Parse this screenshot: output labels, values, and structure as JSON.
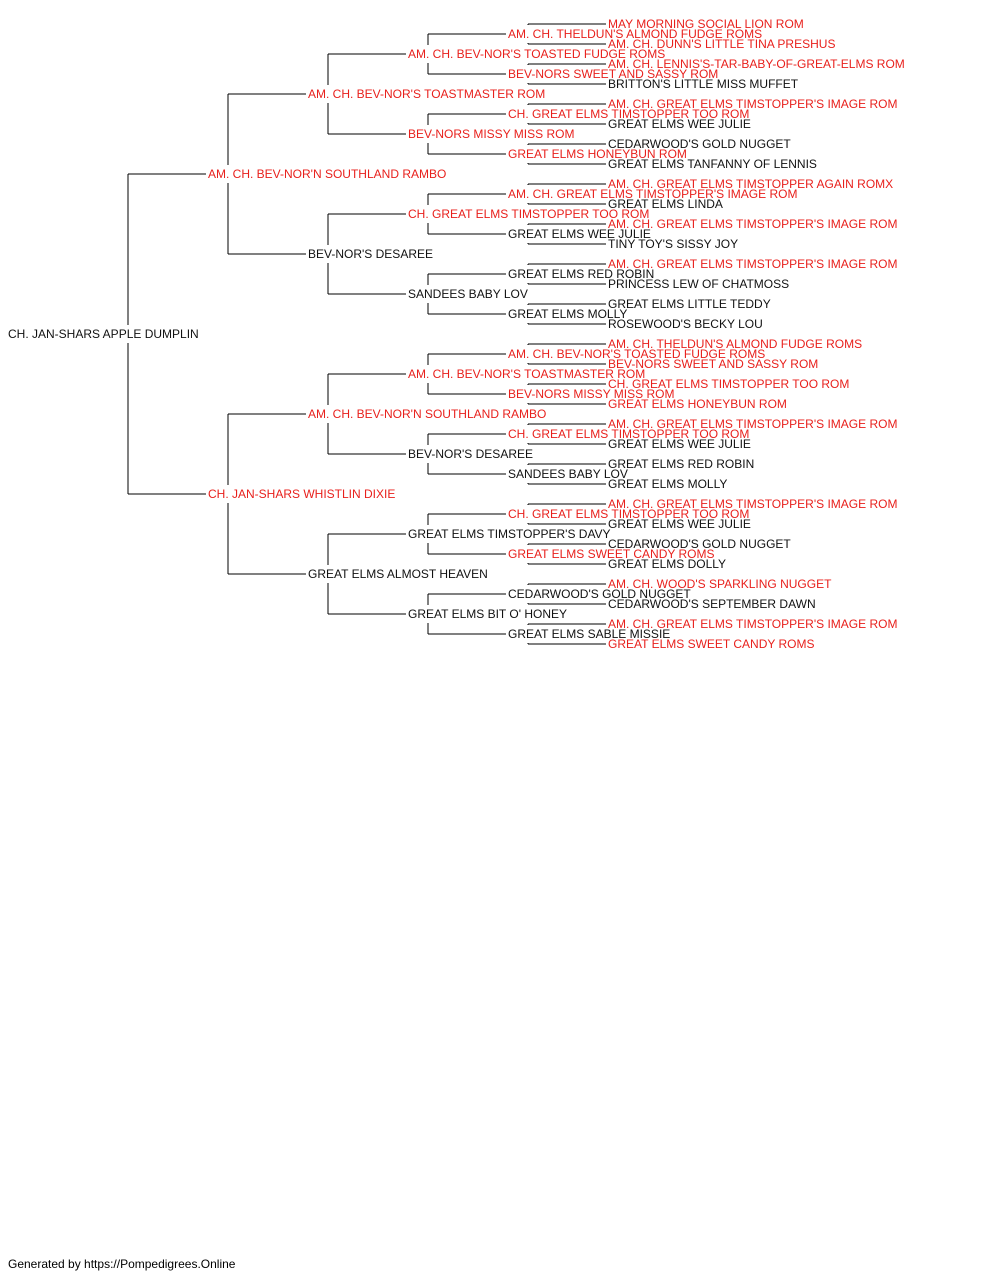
{
  "colors": {
    "highlight": "#e8201c",
    "normal": "#111111",
    "line": "#000000"
  },
  "pedigree": {
    "name": "CH. JAN-SHARS APPLE DUMPLIN",
    "red": false,
    "sire": {
      "name": "AM. CH. BEV-NOR'N SOUTHLAND RAMBO",
      "red": true,
      "sire": {
        "name": "AM. CH. BEV-NOR'S TOASTMASTER ROM",
        "red": true,
        "sire": {
          "name": "AM. CH. BEV-NOR'S TOASTED FUDGE ROMS",
          "red": true,
          "sire": {
            "name": "AM. CH. THELDUN'S ALMOND FUDGE ROMS",
            "red": true,
            "sire": {
              "name": "MAY MORNING SOCIAL LION ROM",
              "red": true
            },
            "dam": {
              "name": "AM. CH. DUNN'S LITTLE TINA PRESHUS",
              "red": true
            }
          },
          "dam": {
            "name": "BEV-NORS SWEET AND SASSY ROM",
            "red": true,
            "sire": {
              "name": "AM. CH. LENNIS'S-TAR-BABY-OF-GREAT-ELMS ROM",
              "red": true
            },
            "dam": {
              "name": "BRITTON'S LITTLE MISS MUFFET",
              "red": false
            }
          }
        },
        "dam": {
          "name": "BEV-NORS MISSY MISS ROM",
          "red": true,
          "sire": {
            "name": "CH. GREAT ELMS TIMSTOPPER TOO ROM",
            "red": true,
            "sire": {
              "name": "AM. CH. GREAT ELMS TIMSTOPPER'S IMAGE ROM",
              "red": true
            },
            "dam": {
              "name": "GREAT ELMS WEE JULIE",
              "red": false
            }
          },
          "dam": {
            "name": "GREAT ELMS HONEYBUN ROM",
            "red": true,
            "sire": {
              "name": "CEDARWOOD'S GOLD NUGGET",
              "red": false
            },
            "dam": {
              "name": "GREAT ELMS TANFANNY OF LENNIS",
              "red": false
            }
          }
        }
      },
      "dam": {
        "name": "BEV-NOR'S DESAREE",
        "red": false,
        "sire": {
          "name": "CH. GREAT ELMS TIMSTOPPER TOO ROM",
          "red": true,
          "sire": {
            "name": "AM. CH. GREAT ELMS TIMSTOPPER'S IMAGE ROM",
            "red": true,
            "sire": {
              "name": "AM. CH. GREAT ELMS TIMSTOPPER AGAIN ROMX",
              "red": true
            },
            "dam": {
              "name": "GREAT ELMS LINDA",
              "red": false
            }
          },
          "dam": {
            "name": "GREAT ELMS WEE JULIE",
            "red": false,
            "sire": {
              "name": "AM. CH. GREAT ELMS TIMSTOPPER'S IMAGE ROM",
              "red": true
            },
            "dam": {
              "name": "TINY TOY'S SISSY JOY",
              "red": false
            }
          }
        },
        "dam": {
          "name": "SANDEES BABY LOV",
          "red": false,
          "sire": {
            "name": "GREAT ELMS RED ROBIN",
            "red": false,
            "sire": {
              "name": "AM. CH. GREAT ELMS TIMSTOPPER'S IMAGE ROM",
              "red": true
            },
            "dam": {
              "name": "PRINCESS LEW OF CHATMOSS",
              "red": false
            }
          },
          "dam": {
            "name": "GREAT ELMS MOLLY",
            "red": false,
            "sire": {
              "name": "GREAT ELMS LITTLE TEDDY",
              "red": false
            },
            "dam": {
              "name": "ROSEWOOD'S BECKY LOU",
              "red": false
            }
          }
        }
      }
    },
    "dam": {
      "name": "CH. JAN-SHARS WHISTLIN DIXIE",
      "red": true,
      "sire": {
        "name": "AM. CH. BEV-NOR'N SOUTHLAND RAMBO",
        "red": true,
        "sire": {
          "name": "AM. CH. BEV-NOR'S TOASTMASTER ROM",
          "red": true,
          "sire": {
            "name": "AM. CH. BEV-NOR'S TOASTED FUDGE ROMS",
            "red": true,
            "sire": {
              "name": "AM. CH. THELDUN'S ALMOND FUDGE ROMS",
              "red": true
            },
            "dam": {
              "name": "BEV-NORS SWEET AND SASSY ROM",
              "red": true
            }
          },
          "dam": {
            "name": "BEV-NORS MISSY MISS ROM",
            "red": true,
            "sire": {
              "name": "CH. GREAT ELMS TIMSTOPPER TOO ROM",
              "red": true
            },
            "dam": {
              "name": "GREAT ELMS HONEYBUN ROM",
              "red": true
            }
          }
        },
        "dam": {
          "name": "BEV-NOR'S DESAREE",
          "red": false,
          "sire": {
            "name": "CH. GREAT ELMS TIMSTOPPER TOO ROM",
            "red": true,
            "sire": {
              "name": "AM. CH. GREAT ELMS TIMSTOPPER'S IMAGE ROM",
              "red": true
            },
            "dam": {
              "name": "GREAT ELMS WEE JULIE",
              "red": false
            }
          },
          "dam": {
            "name": "SANDEES BABY LOV",
            "red": false,
            "sire": {
              "name": "GREAT ELMS RED ROBIN",
              "red": false
            },
            "dam": {
              "name": "GREAT ELMS MOLLY",
              "red": false
            }
          }
        }
      },
      "dam": {
        "name": "GREAT ELMS ALMOST HEAVEN",
        "red": false,
        "sire": {
          "name": "GREAT ELMS TIMSTOPPER'S DAVY",
          "red": false,
          "sire": {
            "name": "CH. GREAT ELMS TIMSTOPPER TOO ROM",
            "red": true,
            "sire": {
              "name": "AM. CH. GREAT ELMS TIMSTOPPER'S IMAGE ROM",
              "red": true
            },
            "dam": {
              "name": "GREAT ELMS WEE JULIE",
              "red": false
            }
          },
          "dam": {
            "name": "GREAT ELMS SWEET CANDY ROMS",
            "red": true,
            "sire": {
              "name": "CEDARWOOD'S GOLD NUGGET",
              "red": false
            },
            "dam": {
              "name": "GREAT ELMS DOLLY",
              "red": false
            }
          }
        },
        "dam": {
          "name": "GREAT ELMS BIT O' HONEY",
          "red": false,
          "sire": {
            "name": "CEDARWOOD'S GOLD NUGGET",
            "red": false,
            "sire": {
              "name": "AM. CH. WOOD'S SPARKLING NUGGET",
              "red": true
            },
            "dam": {
              "name": "CEDARWOOD'S SEPTEMBER DAWN",
              "red": false
            }
          },
          "dam": {
            "name": "GREAT ELMS SABLE MISSIE",
            "red": false,
            "sire": {
              "name": "AM. CH. GREAT ELMS TIMSTOPPER'S IMAGE ROM",
              "red": true
            },
            "dam": {
              "name": "GREAT ELMS SWEET CANDY ROMS",
              "red": true
            }
          }
        }
      }
    }
  },
  "footer": {
    "text": "Generated by https://Pompedigrees.Online"
  }
}
